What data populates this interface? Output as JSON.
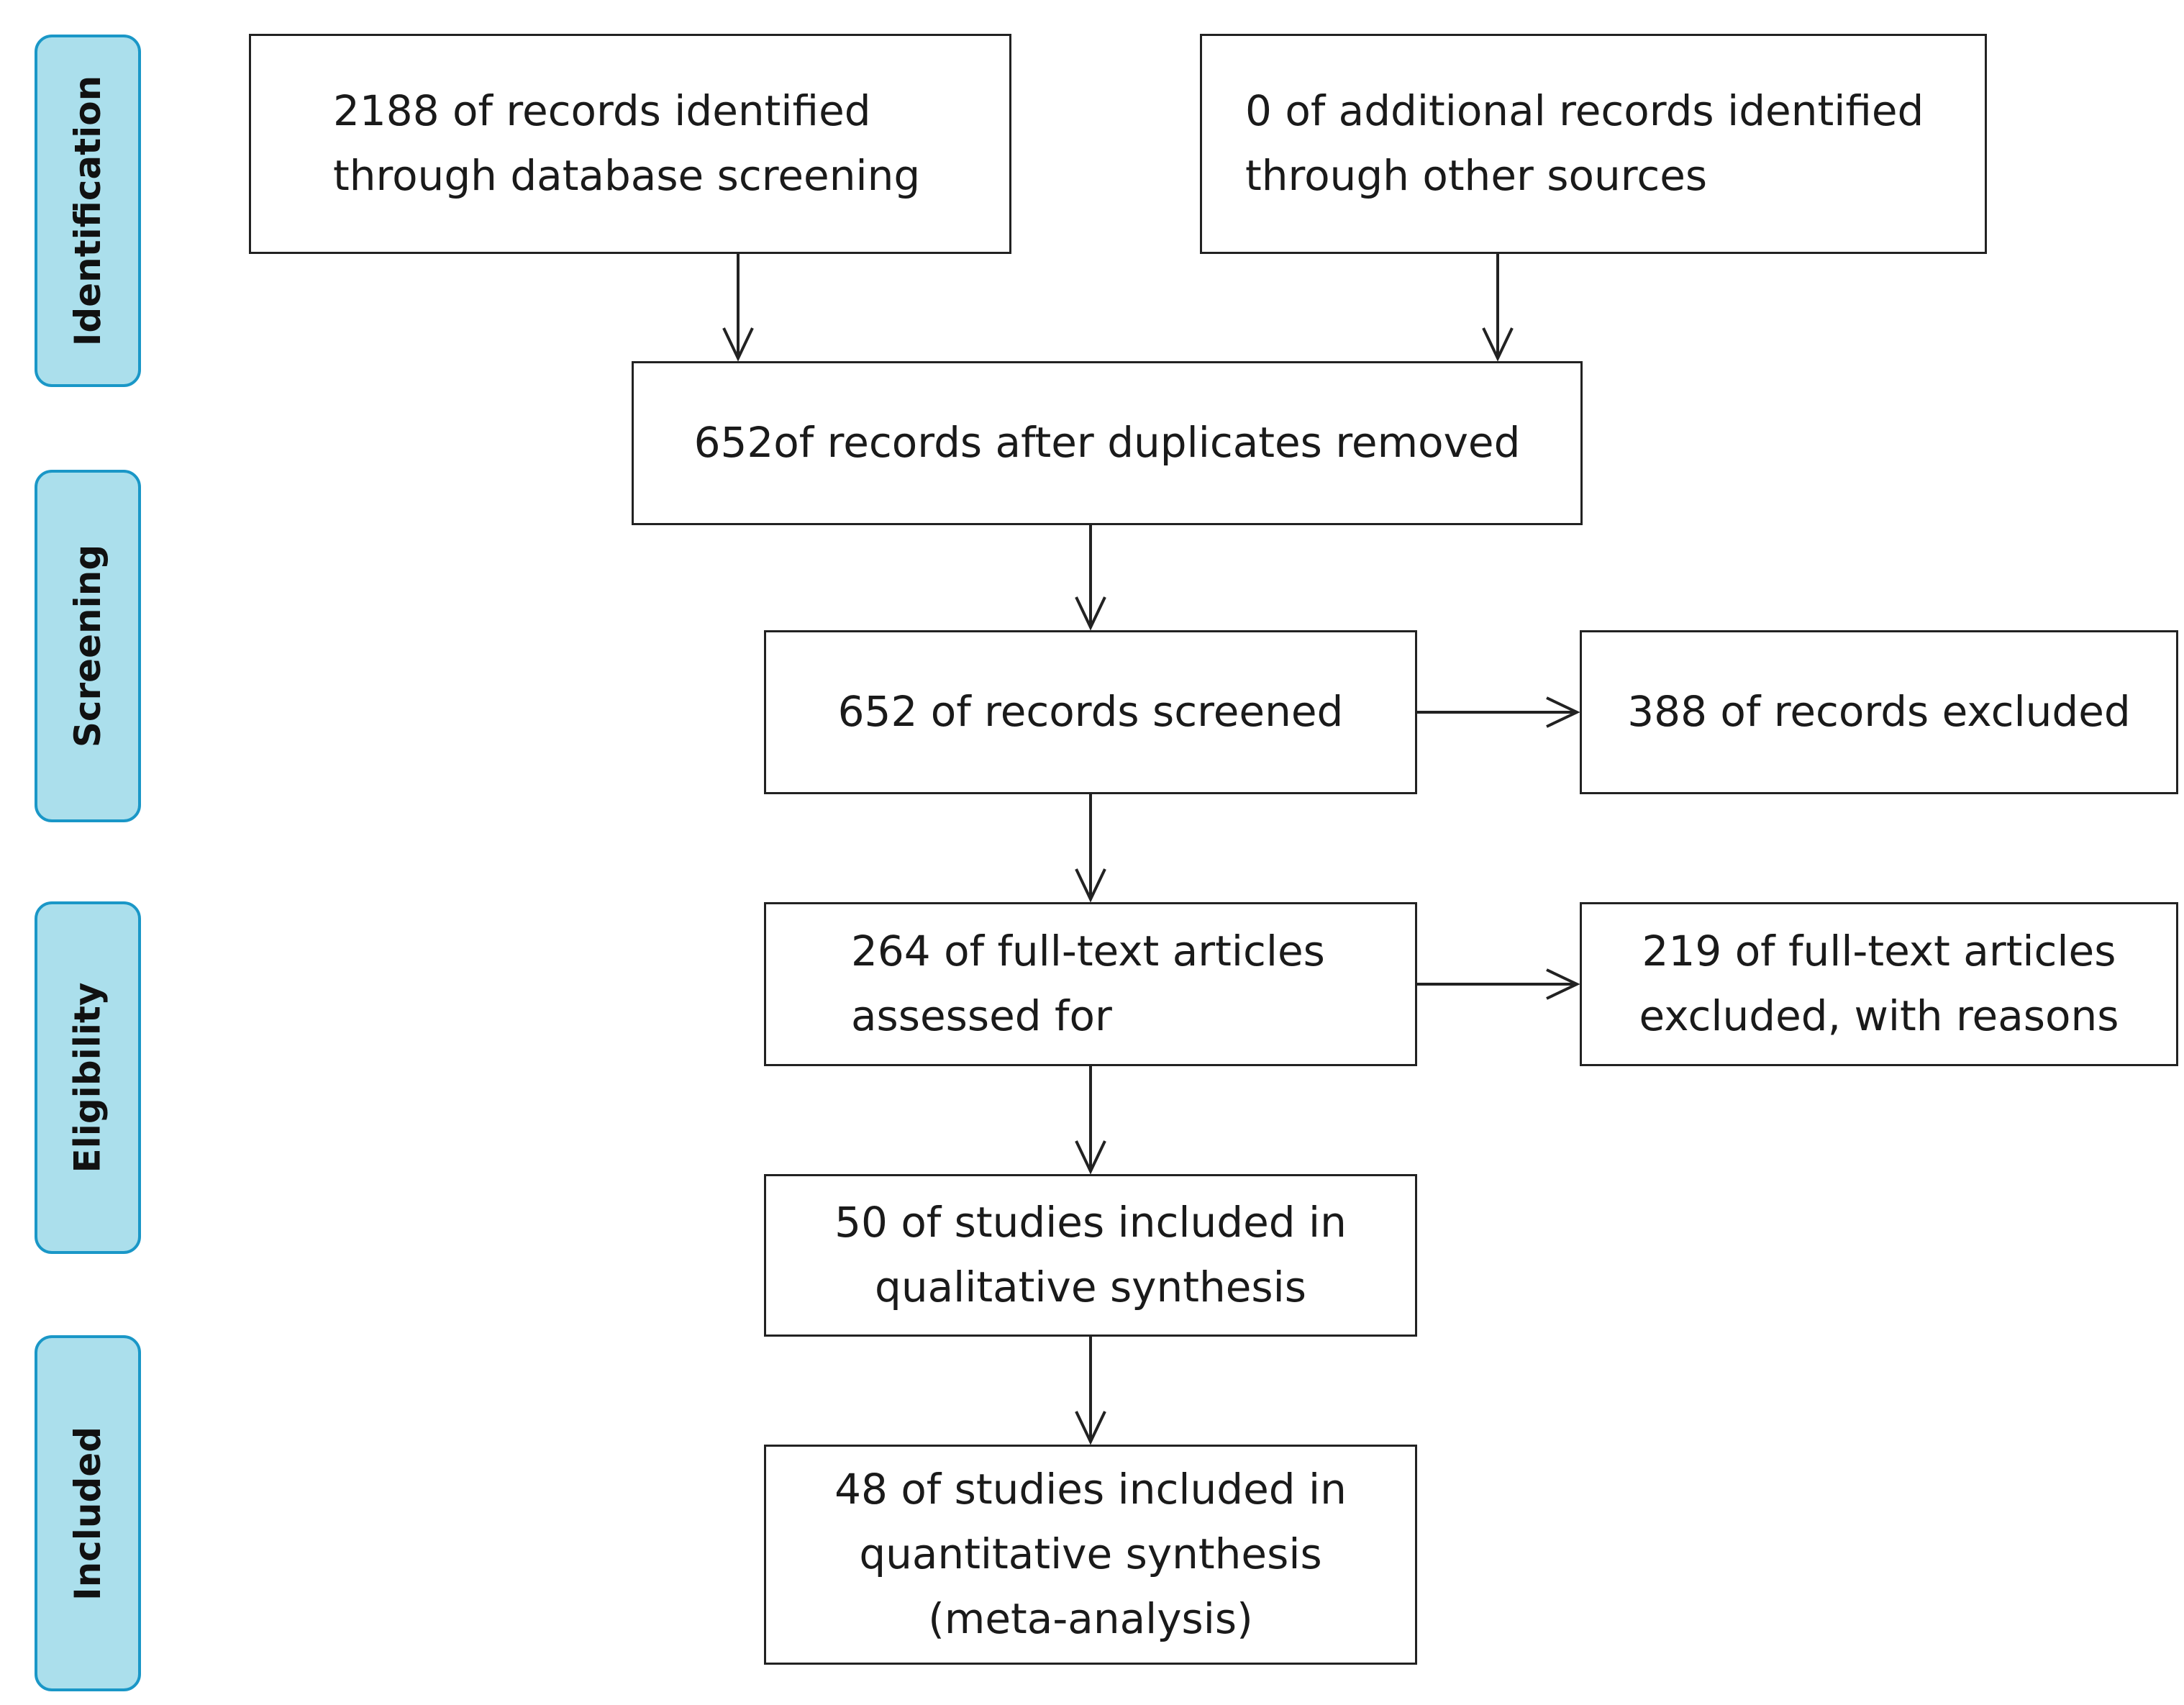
{
  "stages": [
    {
      "id": "identification",
      "label": "Identification"
    },
    {
      "id": "screening",
      "label": "Screening"
    },
    {
      "id": "eligibility",
      "label": "Eligibility"
    },
    {
      "id": "included",
      "label": "Included"
    }
  ],
  "boxes": {
    "database": {
      "text": "2188 of records identified\nthrough database screening"
    },
    "other_sources": {
      "text": "0 of additional records identified\nthrough other sources"
    },
    "duplicates_removed": {
      "text": "652of records after duplicates removed"
    },
    "screened": {
      "text": "652 of records screened"
    },
    "excluded": {
      "text": "388 of records excluded"
    },
    "fulltext_assessed": {
      "text": "264 of full-text articles\nassessed for"
    },
    "fulltext_excluded": {
      "text": "219 of full-text articles\nexcluded, with reasons"
    },
    "qualitative": {
      "text": "50 of studies included in\nqualitative synthesis"
    },
    "quantitative": {
      "text": "48 of studies included in\nquantitative synthesis\n(meta-analysis)"
    }
  }
}
